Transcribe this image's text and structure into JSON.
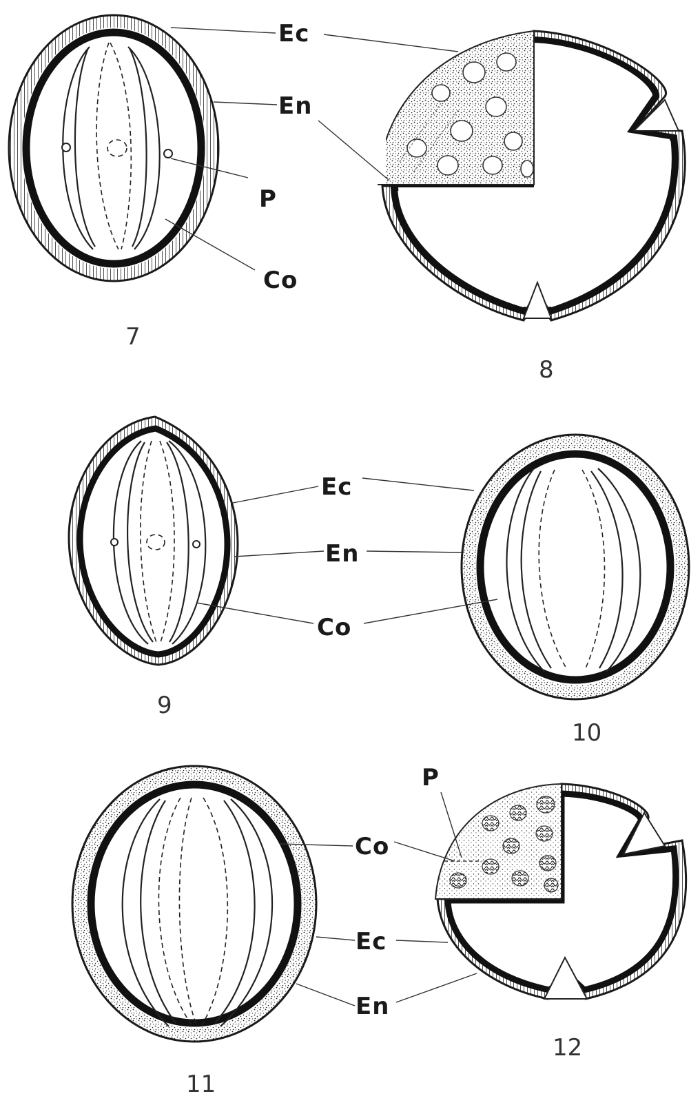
{
  "figures": [
    {
      "number": "7",
      "labels": {
        "ec": "Ec",
        "en": "En",
        "p": "P",
        "co": "Co"
      }
    },
    {
      "number": "8"
    },
    {
      "number": "9",
      "labels": {
        "ec": "Ec",
        "en": "En",
        "co": "Co"
      }
    },
    {
      "number": "10"
    },
    {
      "number": "11",
      "labels": {
        "co": "Co",
        "ec": "Ec",
        "en": "En"
      }
    },
    {
      "number": "12",
      "labels": {
        "p": "P"
      }
    }
  ]
}
